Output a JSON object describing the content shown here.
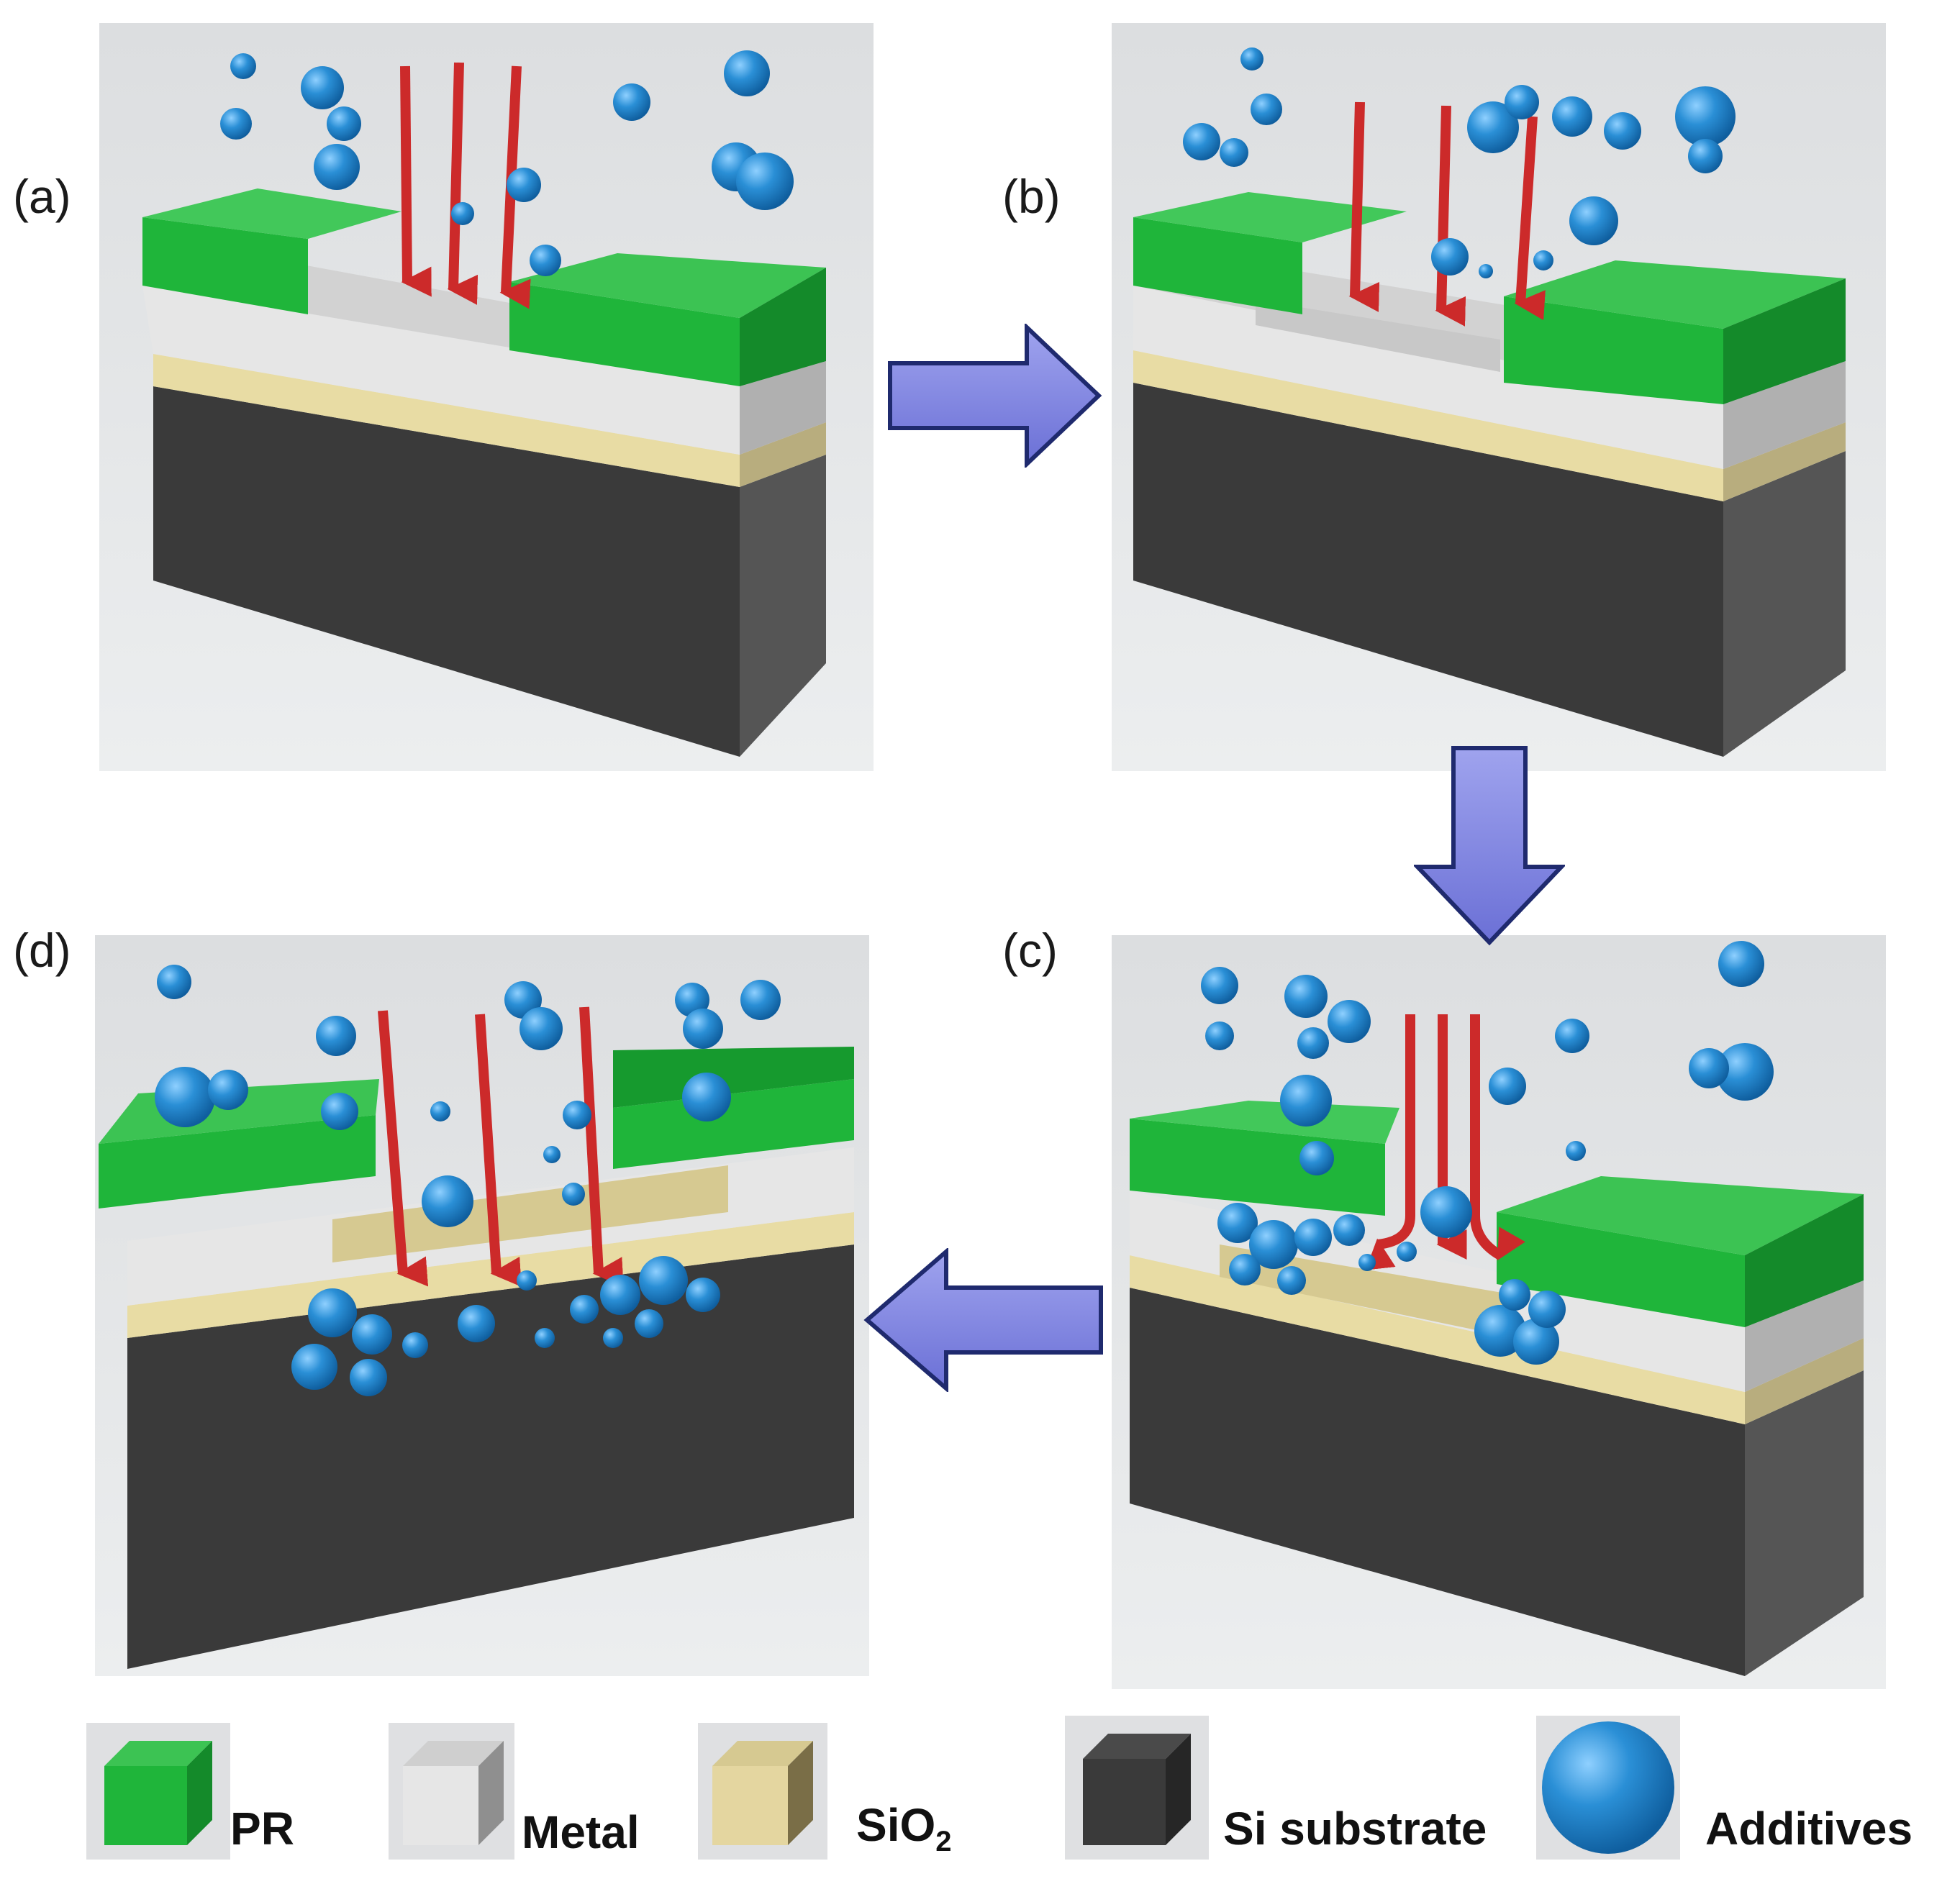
{
  "panels": {
    "a": {
      "label": "(a)"
    },
    "b": {
      "label": "(b)"
    },
    "c": {
      "label": "(c)"
    },
    "d": {
      "label": "(d)"
    }
  },
  "legend": {
    "pr": "PR",
    "metal": "Metal",
    "sio2_main": "SiO",
    "sio2_sub": "2",
    "si": "Si substrate",
    "additives": "Additives"
  },
  "colors": {
    "pr": "#1fb53a",
    "metal": "#e4e4e4",
    "sio2": "#e8dca4",
    "si": "#3a3a3a",
    "additives": "#2a8fd6",
    "ion_arrow": "#cc2a2a",
    "flow_arrow": "#7d82e0"
  }
}
